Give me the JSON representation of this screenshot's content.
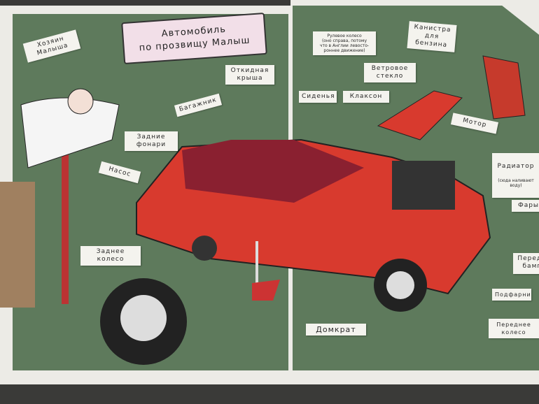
{
  "title": {
    "line1": "Автомобиль",
    "line2": "по прозвищу Малыш"
  },
  "labels": {
    "owner": "Хозяин\nМалыша",
    "roof": "Откидная\nкрыша",
    "trunk": "Багажник",
    "tail_lights": "Задние\nфонари",
    "pump": "Насос",
    "rear_wheel": "Заднее\nколесо",
    "steering": "Рулевое колесо\n(оно справа, потому\nчто в Англии левосто-\nроннее движение)",
    "windshield": "Ветровое\nстекло",
    "seats": "Сиденья",
    "horn": "Клаксон",
    "canister": "Канистра\nдля бензина",
    "motor": "Мотор",
    "radiator": "Радиатор",
    "radiator_note": "(сюда наливают воду)",
    "headlights": "Фары",
    "bumper": "Передний\nбампер",
    "sidelight": "Подфарник",
    "front_wheel": "Переднее\nколесо",
    "jack": "Домкрат"
  },
  "colors": {
    "green": "#5e7a5c",
    "car": "#d83a2e",
    "page": "#ecebe6"
  }
}
